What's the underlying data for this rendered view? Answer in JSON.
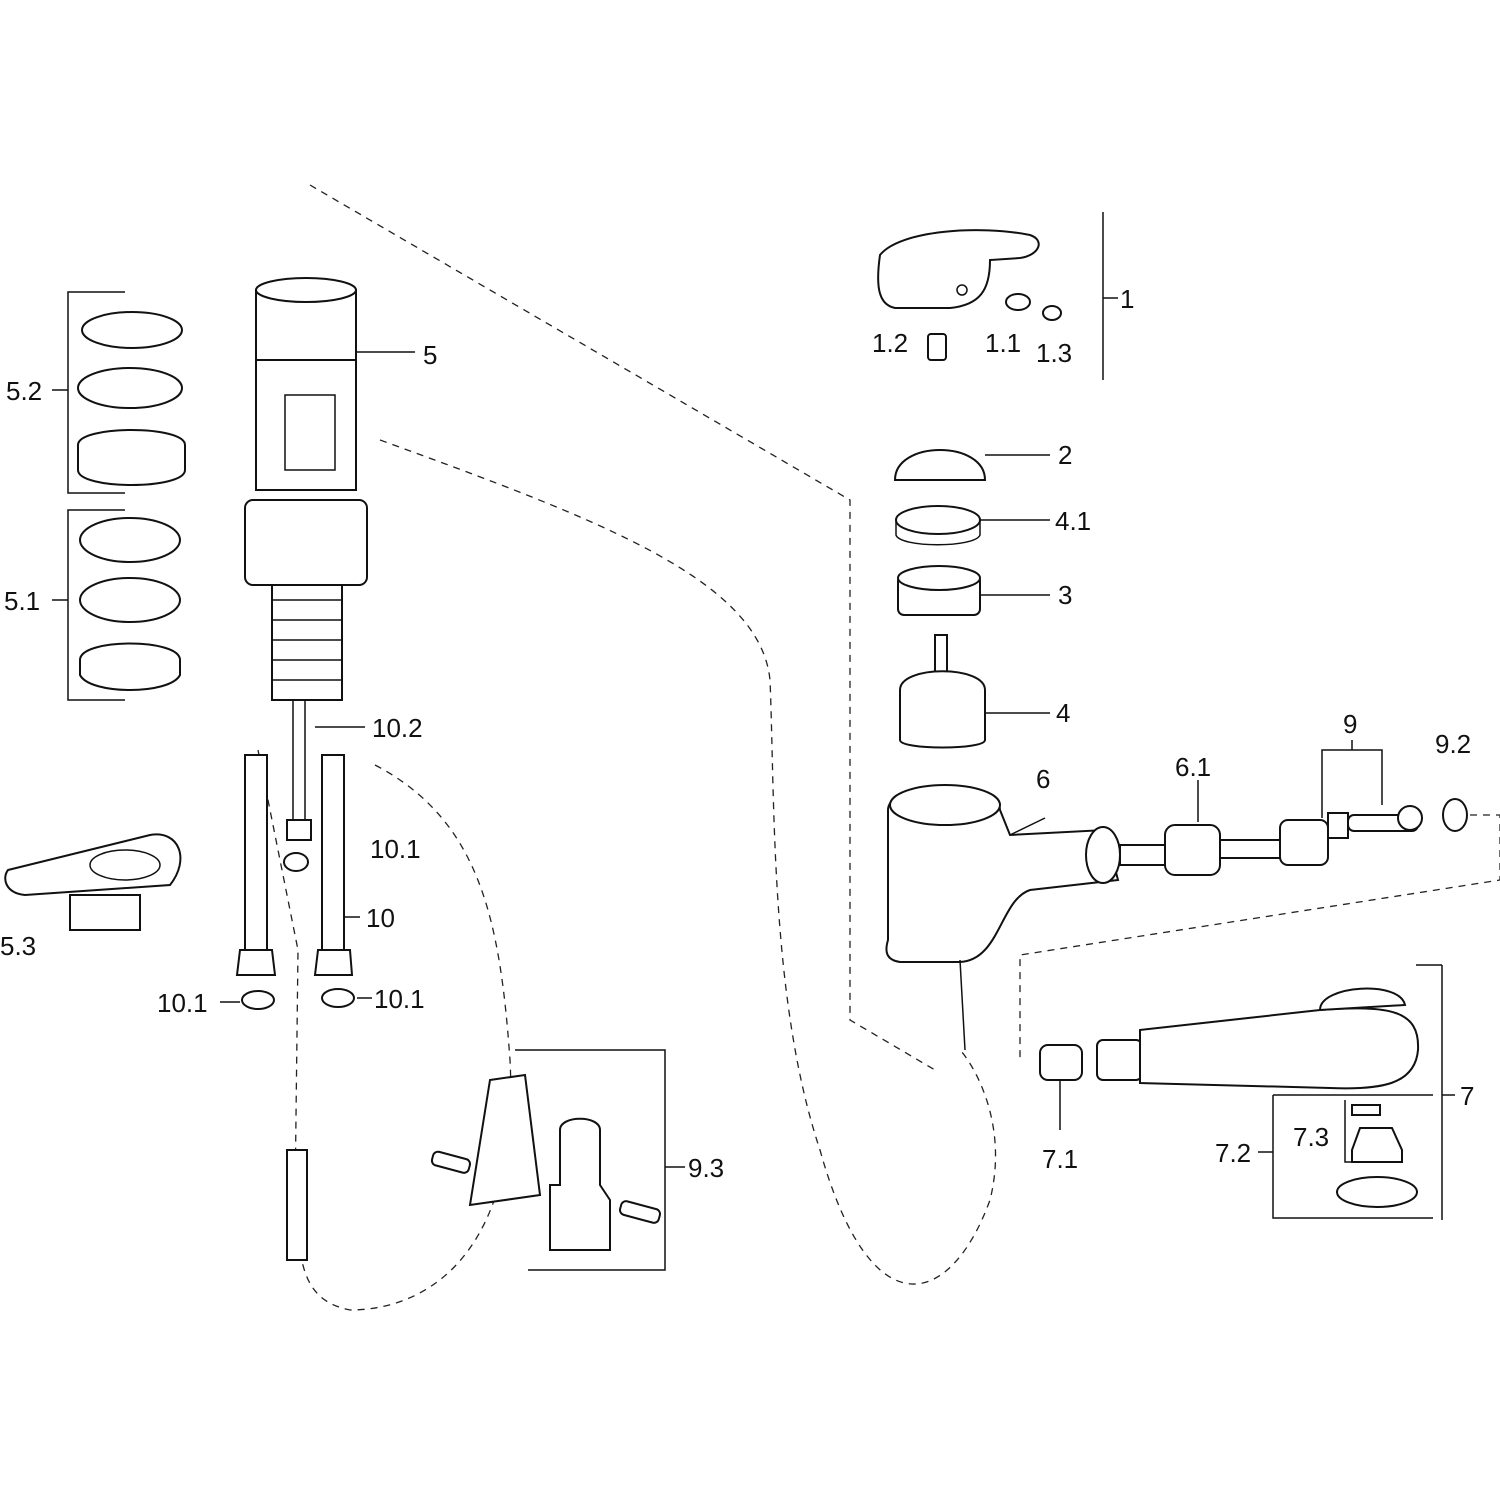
{
  "diagram": {
    "title": "Mixer tap exploded parts view",
    "labels": {
      "p1": "1",
      "p1_1": "1.1",
      "p1_2": "1.2",
      "p1_3": "1.3",
      "p2": "2",
      "p3": "3",
      "p4": "4",
      "p4_1": "4.1",
      "p5": "5",
      "p5_1": "5.1",
      "p5_2": "5.2",
      "p5_3": "5.3",
      "p6": "6",
      "p6_1": "6.1",
      "p7": "7",
      "p7_1": "7.1",
      "p7_2": "7.2",
      "p7_3": "7.3",
      "p9": "9",
      "p9_2": "9.2",
      "p9_3": "9.3",
      "p10": "10",
      "p10_1a": "10.1",
      "p10_1b": "10.1",
      "p10_1c": "10.1",
      "p10_2": "10.2"
    }
  }
}
